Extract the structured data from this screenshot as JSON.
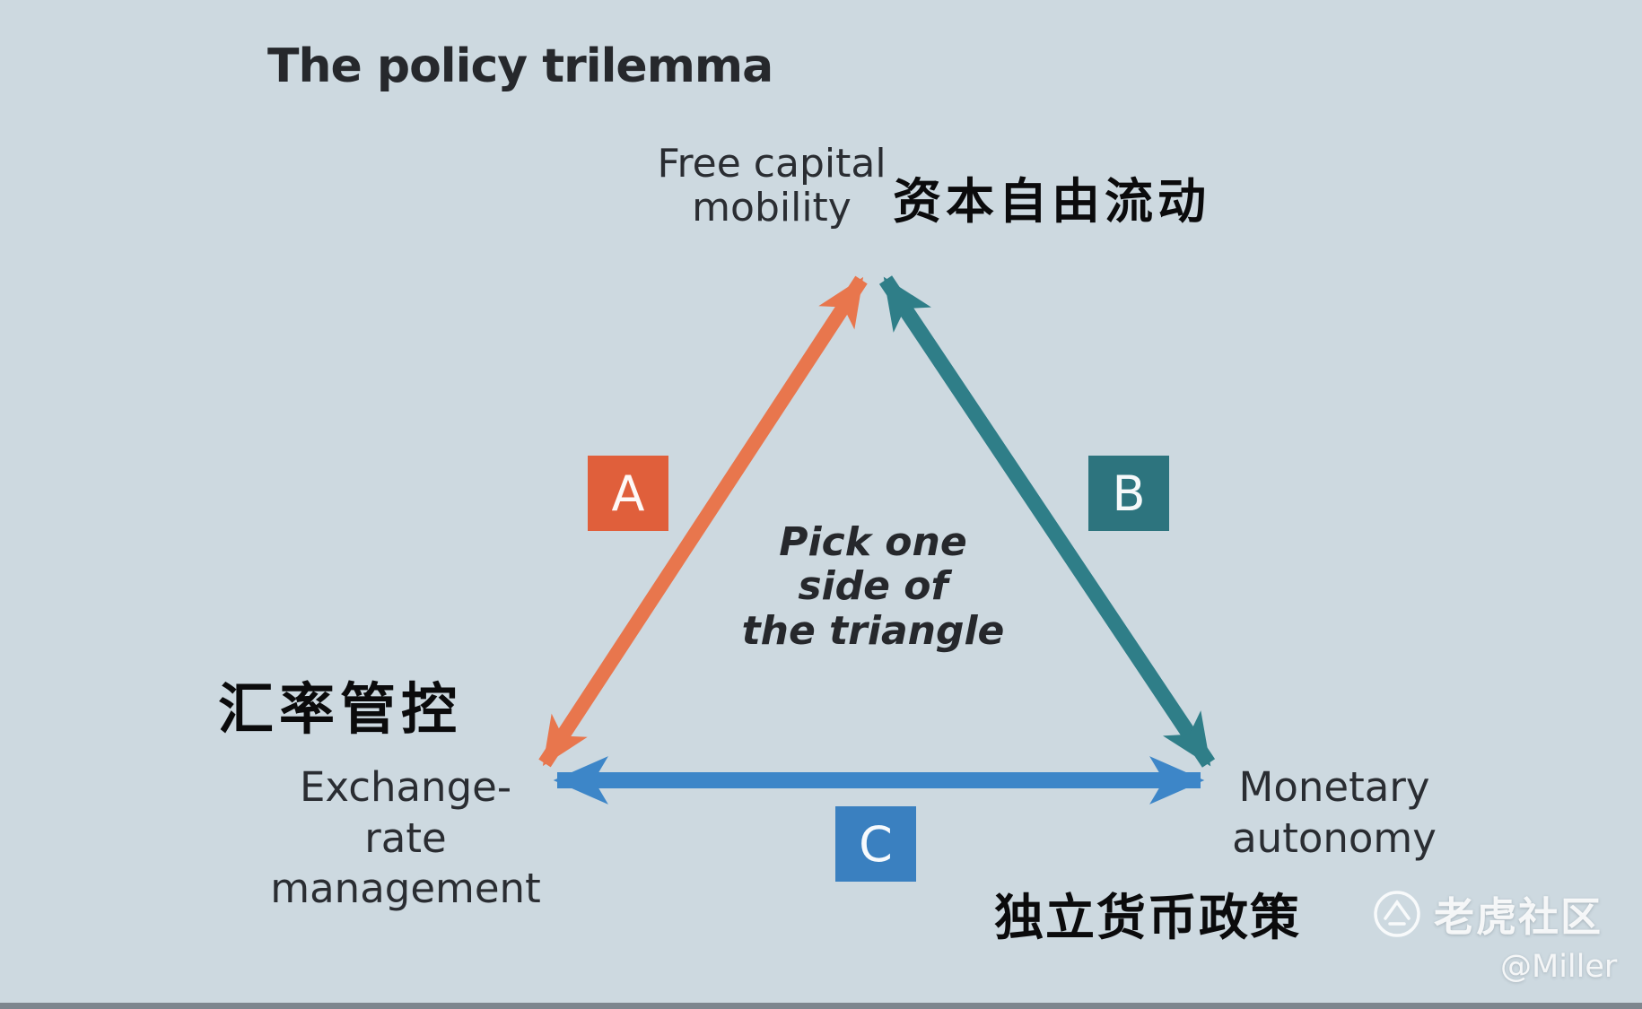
{
  "canvas": {
    "background": "#cdd9e0",
    "text_color": "#26282c",
    "cjk_text_color": "#0b0b0c"
  },
  "title": "The policy trilemma",
  "center_note": {
    "lines": [
      "Pick one",
      "side of",
      "the triangle"
    ]
  },
  "nodes": {
    "free_capital": {
      "en_lines": [
        "Free capital",
        "mobility"
      ],
      "zh": "资本自由流动"
    },
    "exchange_rate": {
      "zh": "汇率管控",
      "en_lines": [
        "Exchange-",
        "rate",
        "management"
      ]
    },
    "monetary": {
      "en_lines": [
        "Monetary",
        "autonomy"
      ],
      "zh": "独立货币政策"
    }
  },
  "edges": [
    {
      "label": "A",
      "from": "exchange_rate",
      "to": "free_capital",
      "arrow_color": "#e8764d",
      "box_color": "#e05f3b"
    },
    {
      "label": "B",
      "from": "free_capital",
      "to": "monetary",
      "arrow_color": "#2f7e88",
      "box_color": "#2d747e"
    },
    {
      "label": "C",
      "from": "exchange_rate",
      "to": "monetary",
      "arrow_color": "#3d86c8",
      "box_color": "#3a80c0"
    }
  ],
  "watermark": {
    "brand": "老虎社区",
    "handle": "@Miller"
  }
}
